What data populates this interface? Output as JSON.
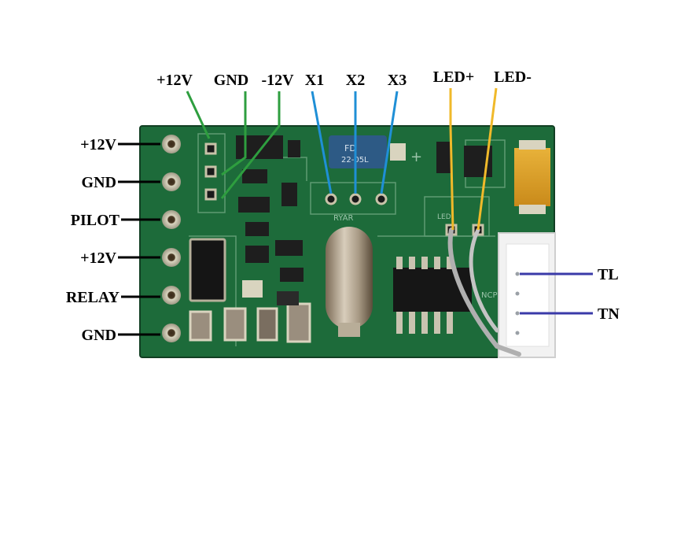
{
  "left_labels": [
    "+12V",
    "GND",
    "PILOT",
    "+12V",
    "RELAY",
    "GND"
  ],
  "top_labels": {
    "power": [
      "+12V",
      "GND",
      "-12V"
    ],
    "signal": [
      "X1",
      "X2",
      "X3"
    ],
    "led": [
      "LED+",
      "LED-"
    ]
  },
  "right_labels": [
    "TL",
    "TN"
  ],
  "board_markings": {
    "relay_text": "22-05L",
    "relay_code": "FD",
    "crystal_text": "RYAR",
    "chip_text": "NCP",
    "led_text": "LED",
    "plus_mark": "+"
  },
  "colors": {
    "power_leader": "#2e9e3f",
    "signal_leader": "#1f8fd6",
    "led_leader": "#f0b92a",
    "connector_leader": "#3a3aa8",
    "pin_leader": "#000000",
    "board": "#1d6b3a",
    "board_dark": "#14502b"
  }
}
